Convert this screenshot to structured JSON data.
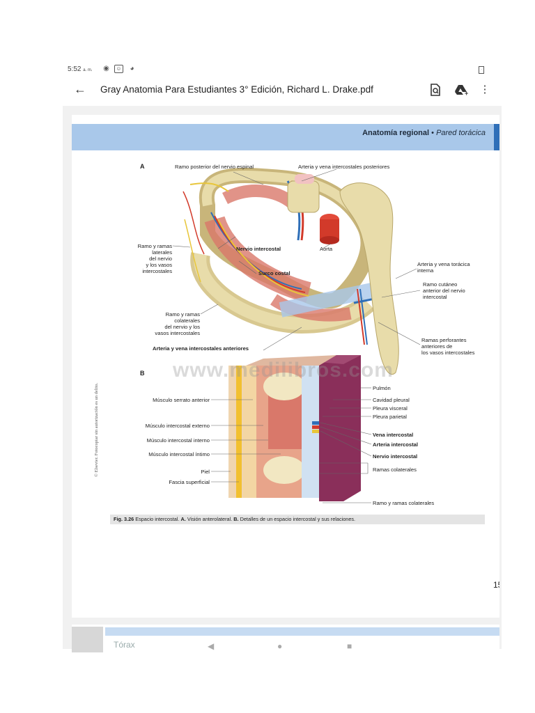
{
  "status_bar": {
    "time": "5:52",
    "am_pm": "a. m.",
    "icons": [
      "messenger-icon",
      "face-icon",
      "chat-icon",
      "vibrate-icon"
    ]
  },
  "app_bar": {
    "title": "Gray Anatomia Para Estudiantes 3° Edición, Richard L. Drake.pdf",
    "icons": [
      "back-arrow-icon",
      "search-doc-icon",
      "drive-add-icon",
      "more-vert-icon"
    ]
  },
  "page": {
    "header_section": "Anatomía regional",
    "header_bullet": "•",
    "header_subsection": "Pared torácica",
    "watermark": "www.medilibros.com",
    "panel_a": {
      "letter": "A",
      "labels": {
        "ramo_posterior": "Ramo posterior del nervio espinal",
        "arteria_vena_post": "Arteria y vena intercostales posteriores",
        "ramo_laterales": [
          "Ramo y ramas",
          "laterales",
          "del nervio",
          "y los vasos",
          "intercostales"
        ],
        "nervio_intercostal": "Nervio intercostal",
        "aorta": "Aorta",
        "surco_costal": "Surco costal",
        "arteria_toracica": [
          "Arteria y vena torácica",
          "interna"
        ],
        "ramo_cutaneo": [
          "Ramo cutáneo",
          "anterior del nervio",
          "intercostal"
        ],
        "ramo_colaterales": [
          "Ramo y ramas",
          "colaterales",
          "del nervio y los",
          "vasos intercostales"
        ],
        "arteria_anteriores": "Arteria y vena intercostales anteriores",
        "ramas_perforantes": [
          "Ramas perforantes",
          "anteriores de",
          "los vasos intercostales"
        ]
      }
    },
    "panel_b": {
      "letter": "B",
      "left_labels": [
        "Músculo serrato anterior",
        "Músculo intercostal externo",
        "Músculo intercostal interno",
        "Músculo intercostal íntimo",
        "Piel",
        "Fascia superficial"
      ],
      "right_labels": [
        "Pulmón",
        "Cavidad pleural",
        "Pleura visceral",
        "Pleura parietal",
        "Vena intercostal",
        "Arteria intercostal",
        "Nervio intercostal",
        "Ramas colaterales",
        "Ramo y ramas colaterales"
      ]
    },
    "caption": {
      "fig": "Fig. 3.26",
      "text": " Espacio intercostal. ",
      "a": "A.",
      "a_text": " Visión anterolateral. ",
      "b": "B.",
      "b_text": " Detalles de un espacio intercostal y sus relaciones."
    },
    "copyright": "© Elsevier. Fotocopiar sin autorización es un delito.",
    "page_number": "15"
  },
  "next_page": {
    "title": "Tórax"
  },
  "colors": {
    "header_band": "#a9c8ea",
    "header_accent": "#2f6fb8",
    "bone": "#e8dcaa",
    "muscle": "#d9786a",
    "artery": "#d23a2a",
    "vein": "#2f6fb8",
    "nerve": "#e8c63a",
    "lung": "#8a2f5a"
  }
}
